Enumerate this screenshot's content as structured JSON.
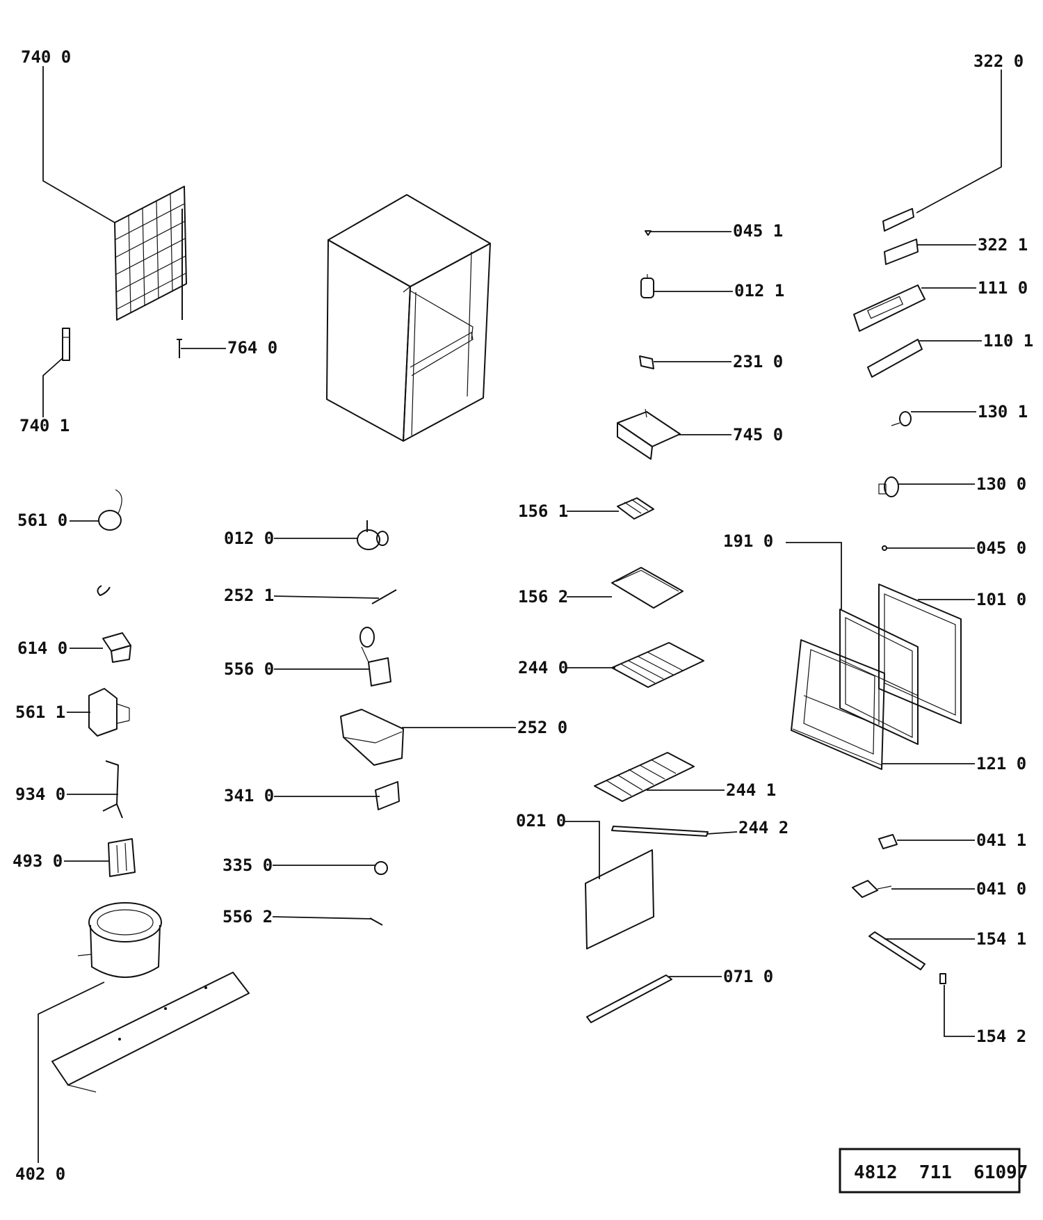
{
  "labels": {
    "l7400": "740 0",
    "l3220": "322 0",
    "l0451": "045 1",
    "l3221": "322 1",
    "l0121": "012 1",
    "l1110": "111 0",
    "l1101": "110 1",
    "l2310": "231 0",
    "l7640": "764 0",
    "l7401": "740 1",
    "l1301": "130 1",
    "l7450": "745 0",
    "l1300": "130 0",
    "l5610": "561 0",
    "l1561": "156 1",
    "l0120": "012 0",
    "l1910": "191 0",
    "l0450": "045 0",
    "l2521": "252 1",
    "l1562": "156 2",
    "l1010": "101 0",
    "l6140": "614 0",
    "l5560": "556 0",
    "l2440": "244 0",
    "l5611": "561 1",
    "l2520": "252 0",
    "l1210": "121 0",
    "l9340": "934 0",
    "l3410": "341 0",
    "l2441": "244 1",
    "l0210": "021 0",
    "l2442": "244 2",
    "l0411": "041 1",
    "l4930": "493 0",
    "l3350": "335 0",
    "l0410": "041 0",
    "l5562": "556 2",
    "l1541": "154 1",
    "l0710": "071 0",
    "l1542": "154 2",
    "l4020": "402 0"
  },
  "document_number": "4812  711  61097"
}
